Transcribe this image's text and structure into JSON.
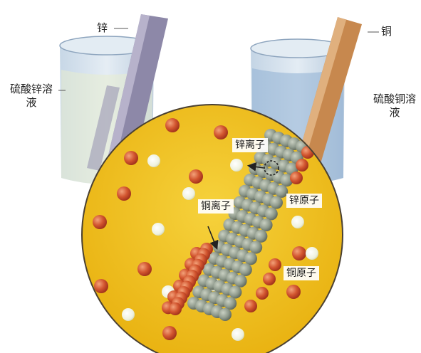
{
  "labels": {
    "zinc": "锌",
    "copper": "铜",
    "zinc_sulfate_solution": "硫酸锌溶液",
    "copper_sulfate_solution": "硫酸铜溶液",
    "zinc_ion": "锌离子",
    "zinc_atom": "锌原子",
    "copper_ion": "铜离子",
    "copper_atom": "铜原子"
  },
  "colors": {
    "solution_yellow": "#f2c21c",
    "copper_red": "#c8482e",
    "zinc_gray": "#8f9a8c",
    "ion_white": "#f1f4e6",
    "beaker_blue": "#9fb7cf"
  },
  "icons": {
    "zinc_ion": "hollow-circle-dashed-arrow",
    "copper_ion": "solid-arrow"
  }
}
